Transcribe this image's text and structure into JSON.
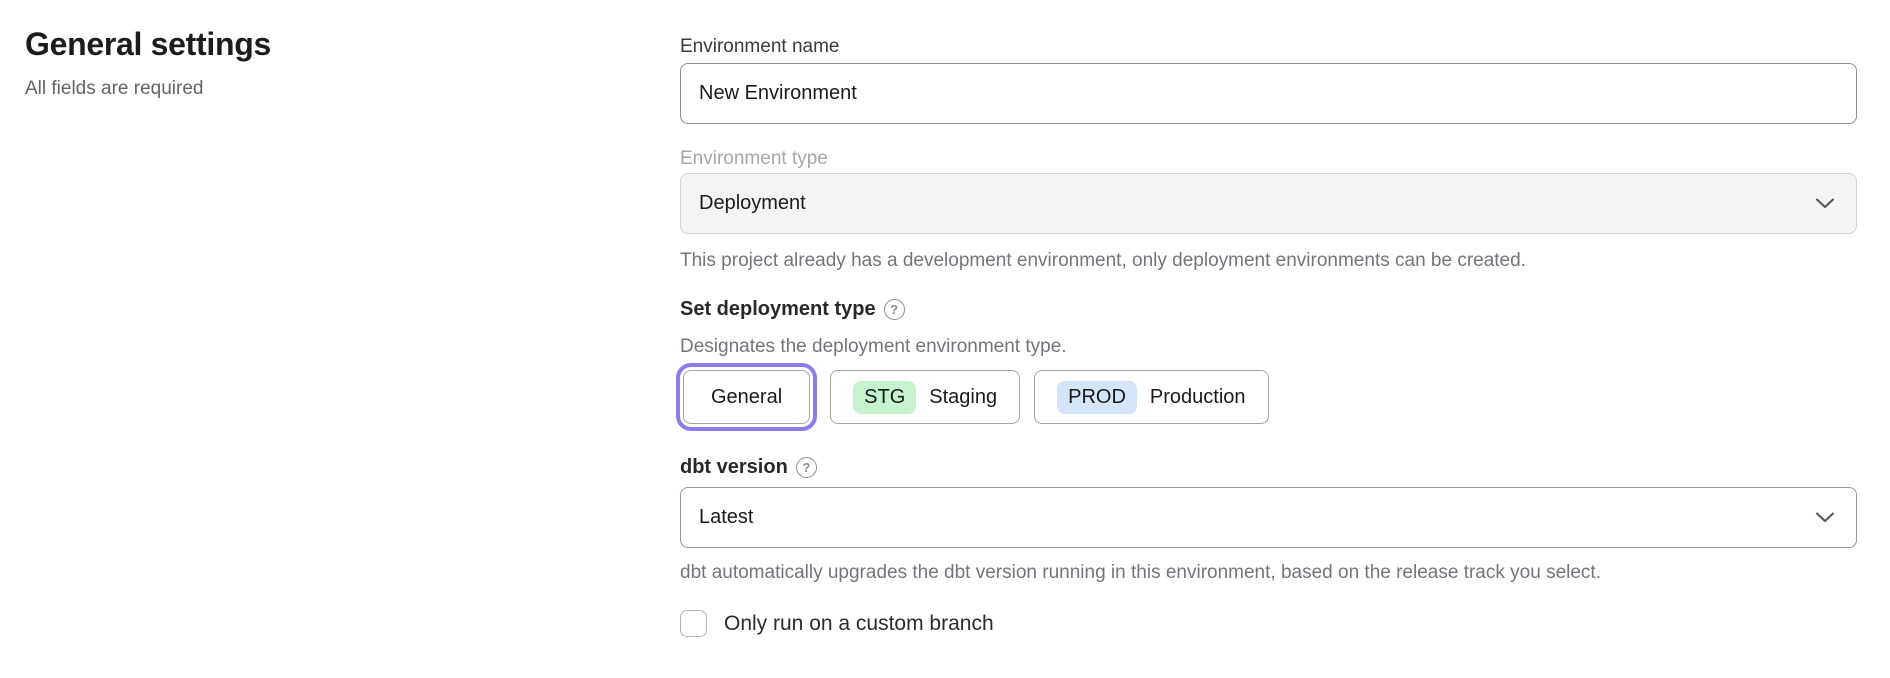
{
  "page": {
    "title": "General settings",
    "subtitle": "All fields are required"
  },
  "form": {
    "environment_name": {
      "label": "Environment name",
      "value": "New Environment"
    },
    "environment_type": {
      "label": "Environment type",
      "value": "Deployment",
      "disabled": true,
      "helper": "This project already has a development environment, only deployment environments can be created."
    },
    "deployment_type": {
      "label": "Set deployment type",
      "help_glyph": "?",
      "description": "Designates the deployment environment type.",
      "options": [
        {
          "label": "General",
          "badge": "",
          "selected": true
        },
        {
          "label": "Staging",
          "badge": "STG",
          "badge_color": "#c5f3ce",
          "selected": false
        },
        {
          "label": "Production",
          "badge": "PROD",
          "badge_color": "#d4e4f9",
          "selected": false
        }
      ]
    },
    "dbt_version": {
      "label": "dbt version",
      "help_glyph": "?",
      "value": "Latest",
      "helper": "dbt automatically upgrades the dbt version running in this environment, based on the release track you select."
    },
    "custom_branch": {
      "label": "Only run on a custom branch",
      "checked": false
    }
  },
  "colors": {
    "selected_ring": "#8b7af0",
    "staging_badge": "#c5f3ce",
    "production_badge": "#d4e4f9"
  }
}
